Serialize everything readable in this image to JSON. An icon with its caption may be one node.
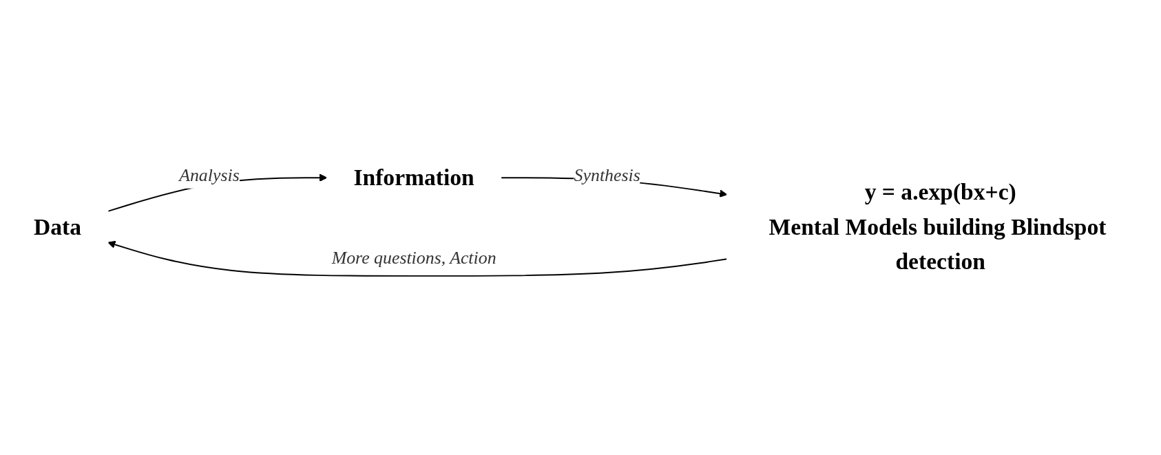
{
  "diagram": {
    "nodes": [
      {
        "text": [
          "Data"
        ]
      },
      {
        "text": [
          "Information"
        ]
      },
      {
        "text": [
          "y = a.exp(bx+c)",
          "Mental Models building Blindspot detection"
        ]
      }
    ],
    "edges": [
      {
        "from": 0,
        "to": 1,
        "arrow": "to",
        "label": "Analysis"
      },
      {
        "from": 1,
        "to": 2,
        "arrow": "to",
        "label": "Synthesis"
      },
      {
        "from": 2,
        "to": 0,
        "arrow": "to",
        "label": "More questions, Action"
      }
    ]
  }
}
